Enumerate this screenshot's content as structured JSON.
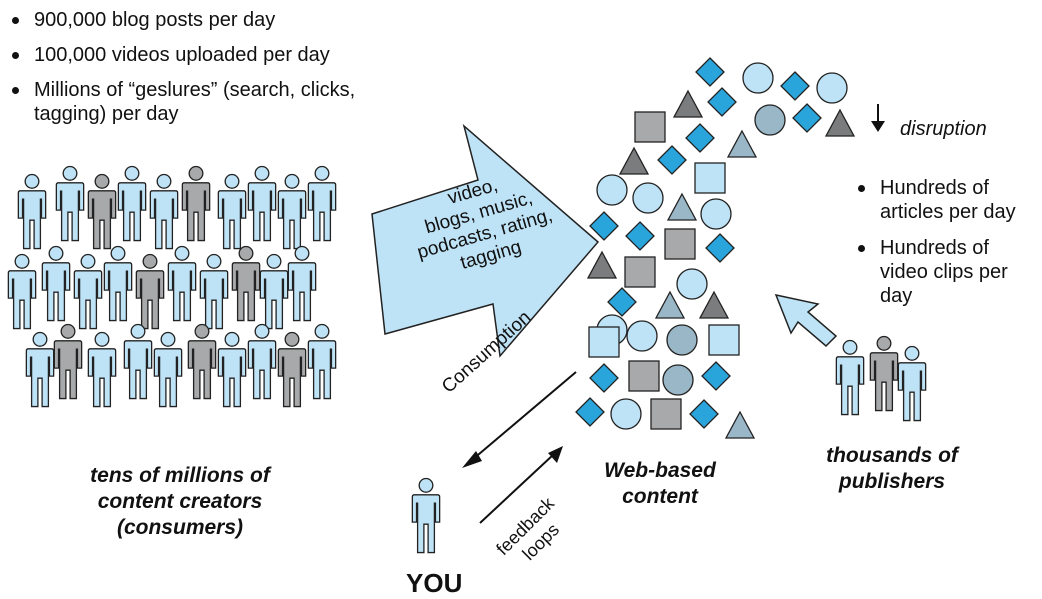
{
  "top_stats": [
    "900,000 blog posts per day",
    "100,000 videos uploaded per day",
    "Millions of “geslures” (search, clicks, tagging) per day"
  ],
  "top_stats_line3a": "Millions of “geslures” (search, clicks,",
  "top_stats_line3b": "tagging) per day",
  "arrow_text": [
    "video,",
    "blogs, music,",
    "podcasts, rating,",
    "tagging"
  ],
  "disruption_label": "disruption",
  "publisher_stats": [
    [
      "Hundreds of",
      "articles per day"
    ],
    [
      "Hundreds of",
      "video clips per",
      "day"
    ]
  ],
  "consumption_label": "Consumption",
  "feedback_label": [
    "feedback",
    "loops"
  ],
  "creators_caption": [
    "tens of millions of",
    "content creators",
    "(consumers)"
  ],
  "web_caption": [
    "Web-based",
    "content"
  ],
  "publishers_caption": [
    "thousands of",
    "publishers"
  ],
  "you_label": "YOU",
  "colors": {
    "light_blue": "#bfe3f6",
    "mid_blue": "#2aa5dc",
    "gray": "#a8a9ab",
    "dark_gray": "#7b7c7e",
    "arrow_fill": "#bfe3f6",
    "outline": "#222222"
  }
}
